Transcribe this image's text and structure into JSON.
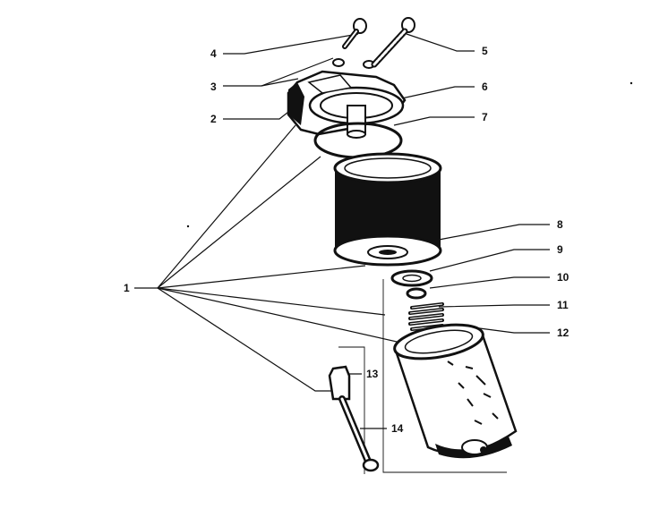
{
  "labels": {
    "l1": "1",
    "l2": "2",
    "l3": "3",
    "l4": "4",
    "l5": "5",
    "l6": "6",
    "l7": "7",
    "l8": "8",
    "l9": "9",
    "l10": "10",
    "l11": "11",
    "l12": "12",
    "l13": "13",
    "l14": "14"
  },
  "colors": {
    "ink": "#111111",
    "paper": "#ffffff"
  }
}
